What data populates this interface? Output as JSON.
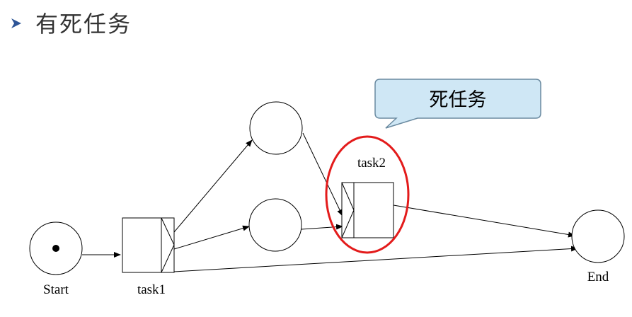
{
  "slide": {
    "title": "有死任务"
  },
  "diagram": {
    "callout_label": "死任务",
    "nodes": {
      "start_label": "Start",
      "task1_label": "task1",
      "task2_label": "task2",
      "end_label": "End"
    },
    "colors": {
      "bullet": "#2e5597",
      "callout_fill": "#cfe7f5",
      "callout_stroke": "#6a8aa0",
      "highlight_ring": "#e31b1b",
      "stroke": "#000000"
    }
  }
}
